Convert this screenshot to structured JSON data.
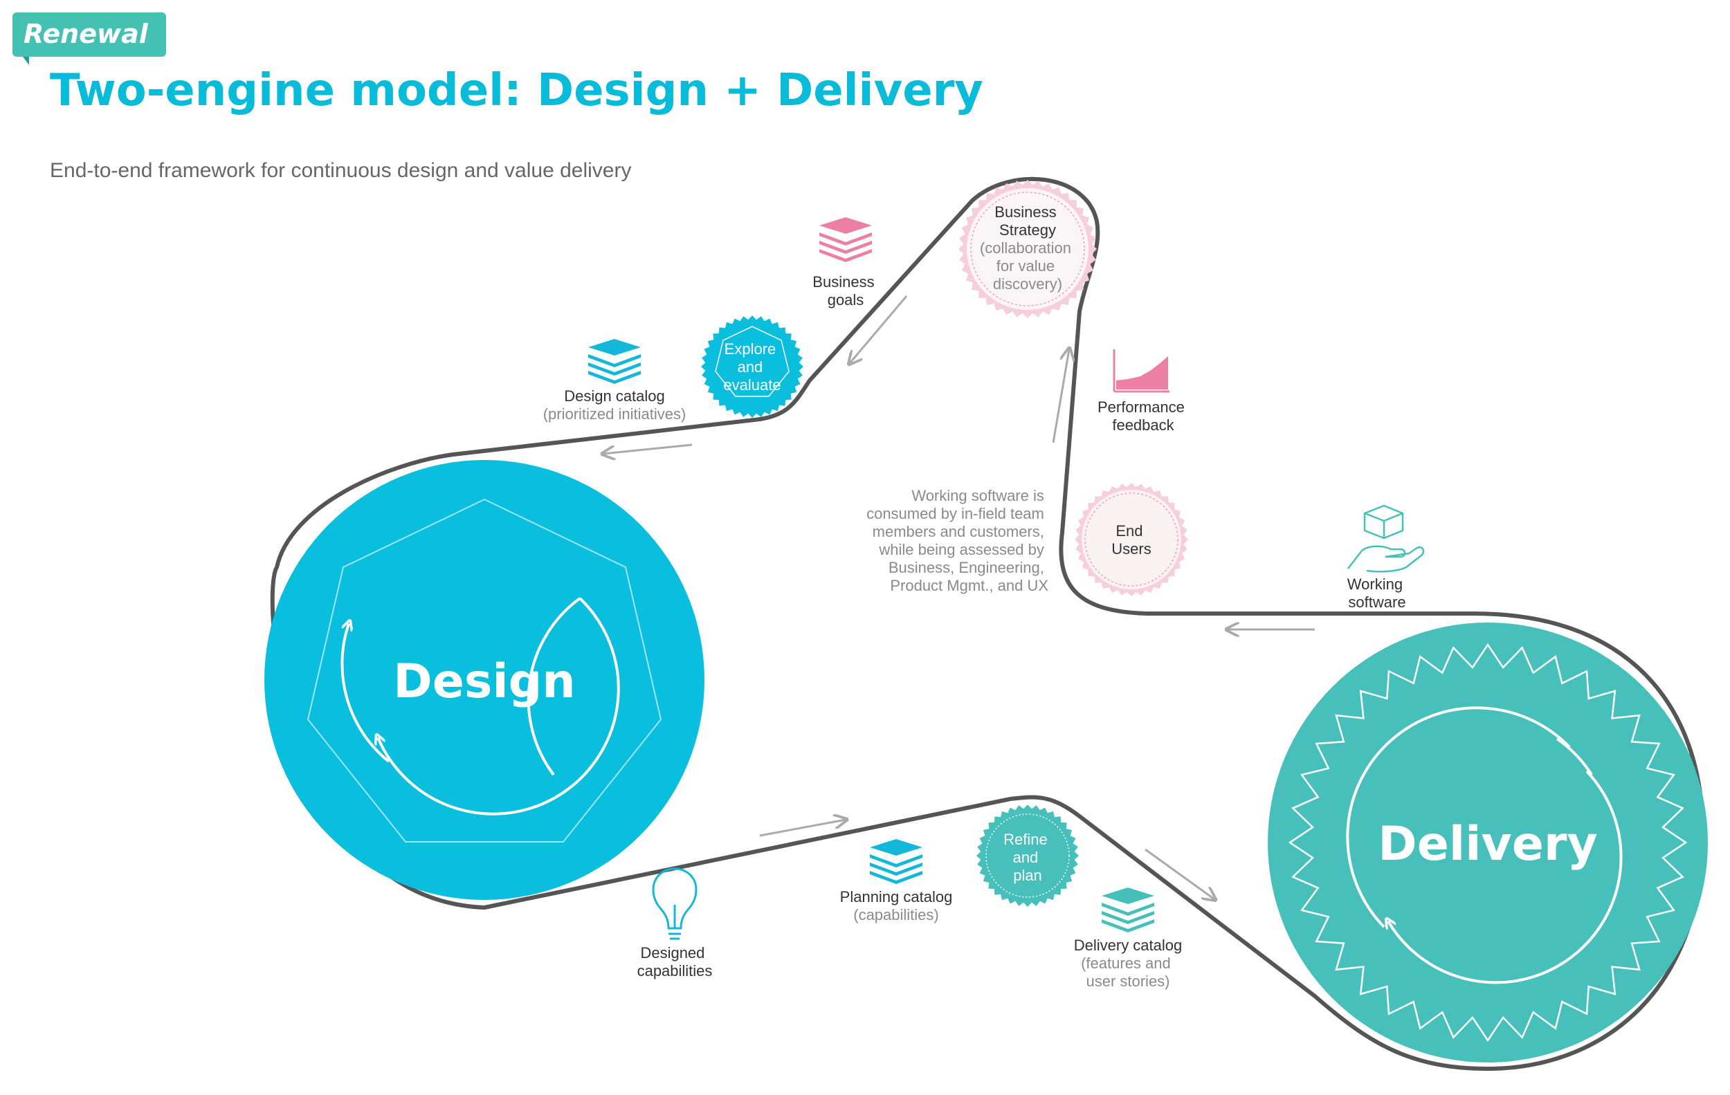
{
  "header": {
    "badge": "Renewal",
    "title": "Two-engine model: Design + Delivery",
    "subtitle": "End-to-end framework for continuous design and value delivery"
  },
  "engines": {
    "design": "Design",
    "delivery": "Delivery"
  },
  "nodes": {
    "business_strategy": [
      "Business",
      "Strategy"
    ],
    "business_strategy_note": [
      "(collaboration",
      "for value",
      "discovery)"
    ],
    "explore": [
      "Explore",
      "and",
      "evaluate"
    ],
    "end_users": [
      "End",
      "Users"
    ],
    "refine": [
      "Refine",
      "and",
      "plan"
    ]
  },
  "labels": {
    "business_goals": [
      "Business",
      "goals"
    ],
    "design_catalog": "Design catalog",
    "design_catalog_note": "(prioritized initiatives)",
    "performance_feedback": [
      "Performance",
      "feedback"
    ],
    "working_software_note": [
      "Working software is",
      "consumed by in-field team",
      "members and customers,",
      "while being assessed by",
      "Business, Engineering,",
      "Product Mgmt., and UX"
    ],
    "working_software": [
      "Working",
      "software"
    ],
    "designed_capabilities": [
      "Designed",
      "capabilities"
    ],
    "planning_catalog": "Planning catalog",
    "planning_catalog_note": "(capabilities)",
    "delivery_catalog": "Delivery catalog",
    "delivery_catalog_note": [
      "(features and",
      "user stories)"
    ]
  },
  "icons": [
    "stack-icon",
    "lightbulb-icon",
    "area-chart-icon",
    "box-in-hand-icon",
    "cycle-arrow-icon"
  ],
  "colors": {
    "badge": "#45c1b3",
    "title": "#08bcd9",
    "design": "#0abede",
    "delivery": "#47c0bb",
    "pink": "#ee7fa4",
    "blue_stack": "#13b8d9",
    "teal_stack": "#45c0b9",
    "belt": "#555555",
    "arrow": "#aaaaaa"
  }
}
